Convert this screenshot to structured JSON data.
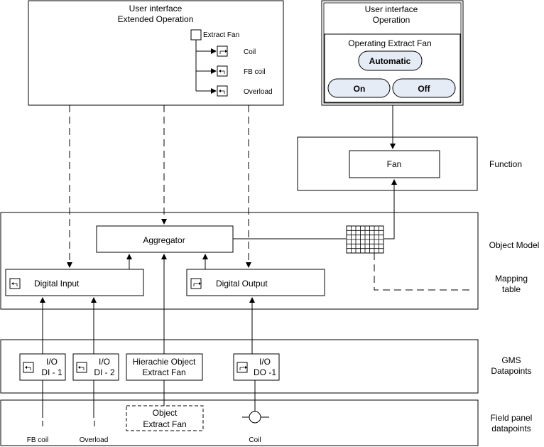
{
  "ui_extended": {
    "title_line1": "User interface",
    "title_line2": "Extended Operation",
    "tree_root": "Extract Fan",
    "tree_items": [
      "Coil",
      "FB coil",
      "Overload"
    ]
  },
  "ui_operation": {
    "title_line1": "User interface",
    "title_line2": "Operation",
    "panel_title": "Operating Extract Fan",
    "automatic_label": "Automatic",
    "on_label": "On",
    "off_label": "Off"
  },
  "function_box": {
    "fan_label": "Fan"
  },
  "object_model": {
    "aggregator_label": "Aggregator",
    "digital_input_label": "Digital Input",
    "digital_output_label": "Digital Output"
  },
  "gms": {
    "io_di1_line1": "I/O",
    "io_di1_line2": "DI - 1",
    "io_di2_line1": "I/O",
    "io_di2_line2": "DI - 2",
    "hierarchy_line1": "Hierachie Object",
    "hierarchy_line2": "Extract Fan",
    "io_do1_line1": "I/O",
    "io_do1_line2": "DO -1"
  },
  "field": {
    "object_line1": "Object",
    "object_line2": "Extract Fan",
    "fb_coil_label": "FB coil",
    "overload_label": "Overload",
    "coil_label": "Coil"
  },
  "layers": {
    "function": "Function",
    "object_model": "Object Model",
    "mapping_line1": "Mapping",
    "mapping_line2": "table",
    "gms_line1": "GMS",
    "gms_line2": "Datapoints",
    "field_line1": "Field panel",
    "field_line2": "datapoints"
  }
}
